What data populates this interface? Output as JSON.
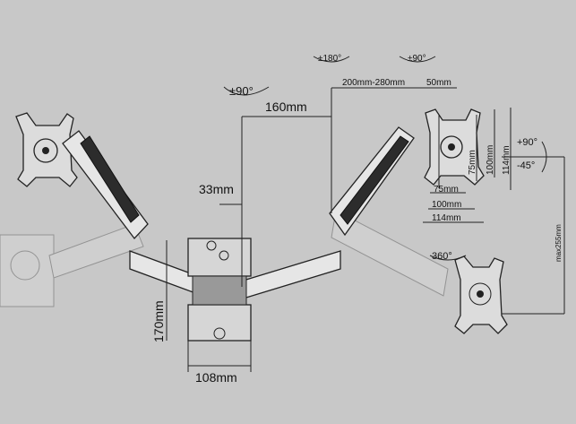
{
  "labels": {
    "rot_left": "±90°",
    "rot_mid": "±180°",
    "rot_right": "±90°",
    "arm_length": "160mm",
    "span": "200mm-280mm",
    "offset": "50mm",
    "post_offset": "33mm",
    "base_height": "170mm",
    "base_width": "108mm",
    "vesa_75h": "75mm",
    "vesa_100h": "100mm",
    "vesa_114h": "114mm",
    "vesa_75w": "75mm",
    "vesa_100w": "100mm",
    "vesa_114w": "114mm",
    "tilt_up": "+90°",
    "tilt_down": "-45°",
    "swivel": "360°",
    "max_height": "max255mm"
  },
  "colors": {
    "background": "#c8c8c8",
    "line": "#222222",
    "arm_fill": "#e6e6e6"
  }
}
